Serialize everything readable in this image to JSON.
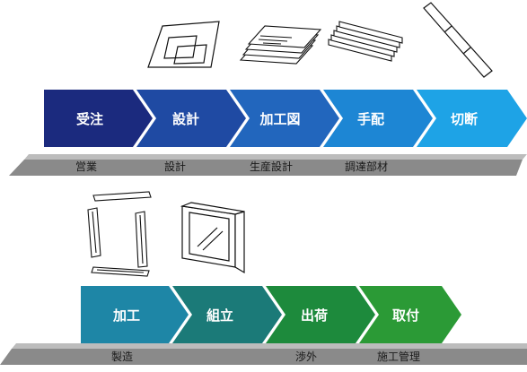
{
  "row1": {
    "steps": [
      {
        "label": "受注",
        "color": "#1b2a7e"
      },
      {
        "label": "設計",
        "color": "#1f4aa3"
      },
      {
        "label": "加工図",
        "color": "#2266bd"
      },
      {
        "label": "手配",
        "color": "#1d86d4"
      },
      {
        "label": "切断",
        "color": "#1ea3e6"
      }
    ],
    "departments": [
      "営業",
      "設計",
      "生産設計",
      "調達部材"
    ]
  },
  "row2": {
    "steps": [
      {
        "label": "加工",
        "color": "#1e86a6"
      },
      {
        "label": "組立",
        "color": "#1b7a78"
      },
      {
        "label": "出荷",
        "color": "#1d8a3c"
      },
      {
        "label": "取付",
        "color": "#2b9a36"
      }
    ],
    "departments": [
      "製造",
      "渉外",
      "施工管理"
    ]
  },
  "colors": {
    "shelf_top": "#bcbcbc",
    "shelf_front": "#8a8a8a",
    "outline": "#111111"
  },
  "icons": [
    "drawing-sheet-icon",
    "document-stack-icon",
    "panel-stack-icon",
    "bar-segment-icon",
    "aluminum-parts-icon",
    "framed-glass-panel-icon"
  ]
}
